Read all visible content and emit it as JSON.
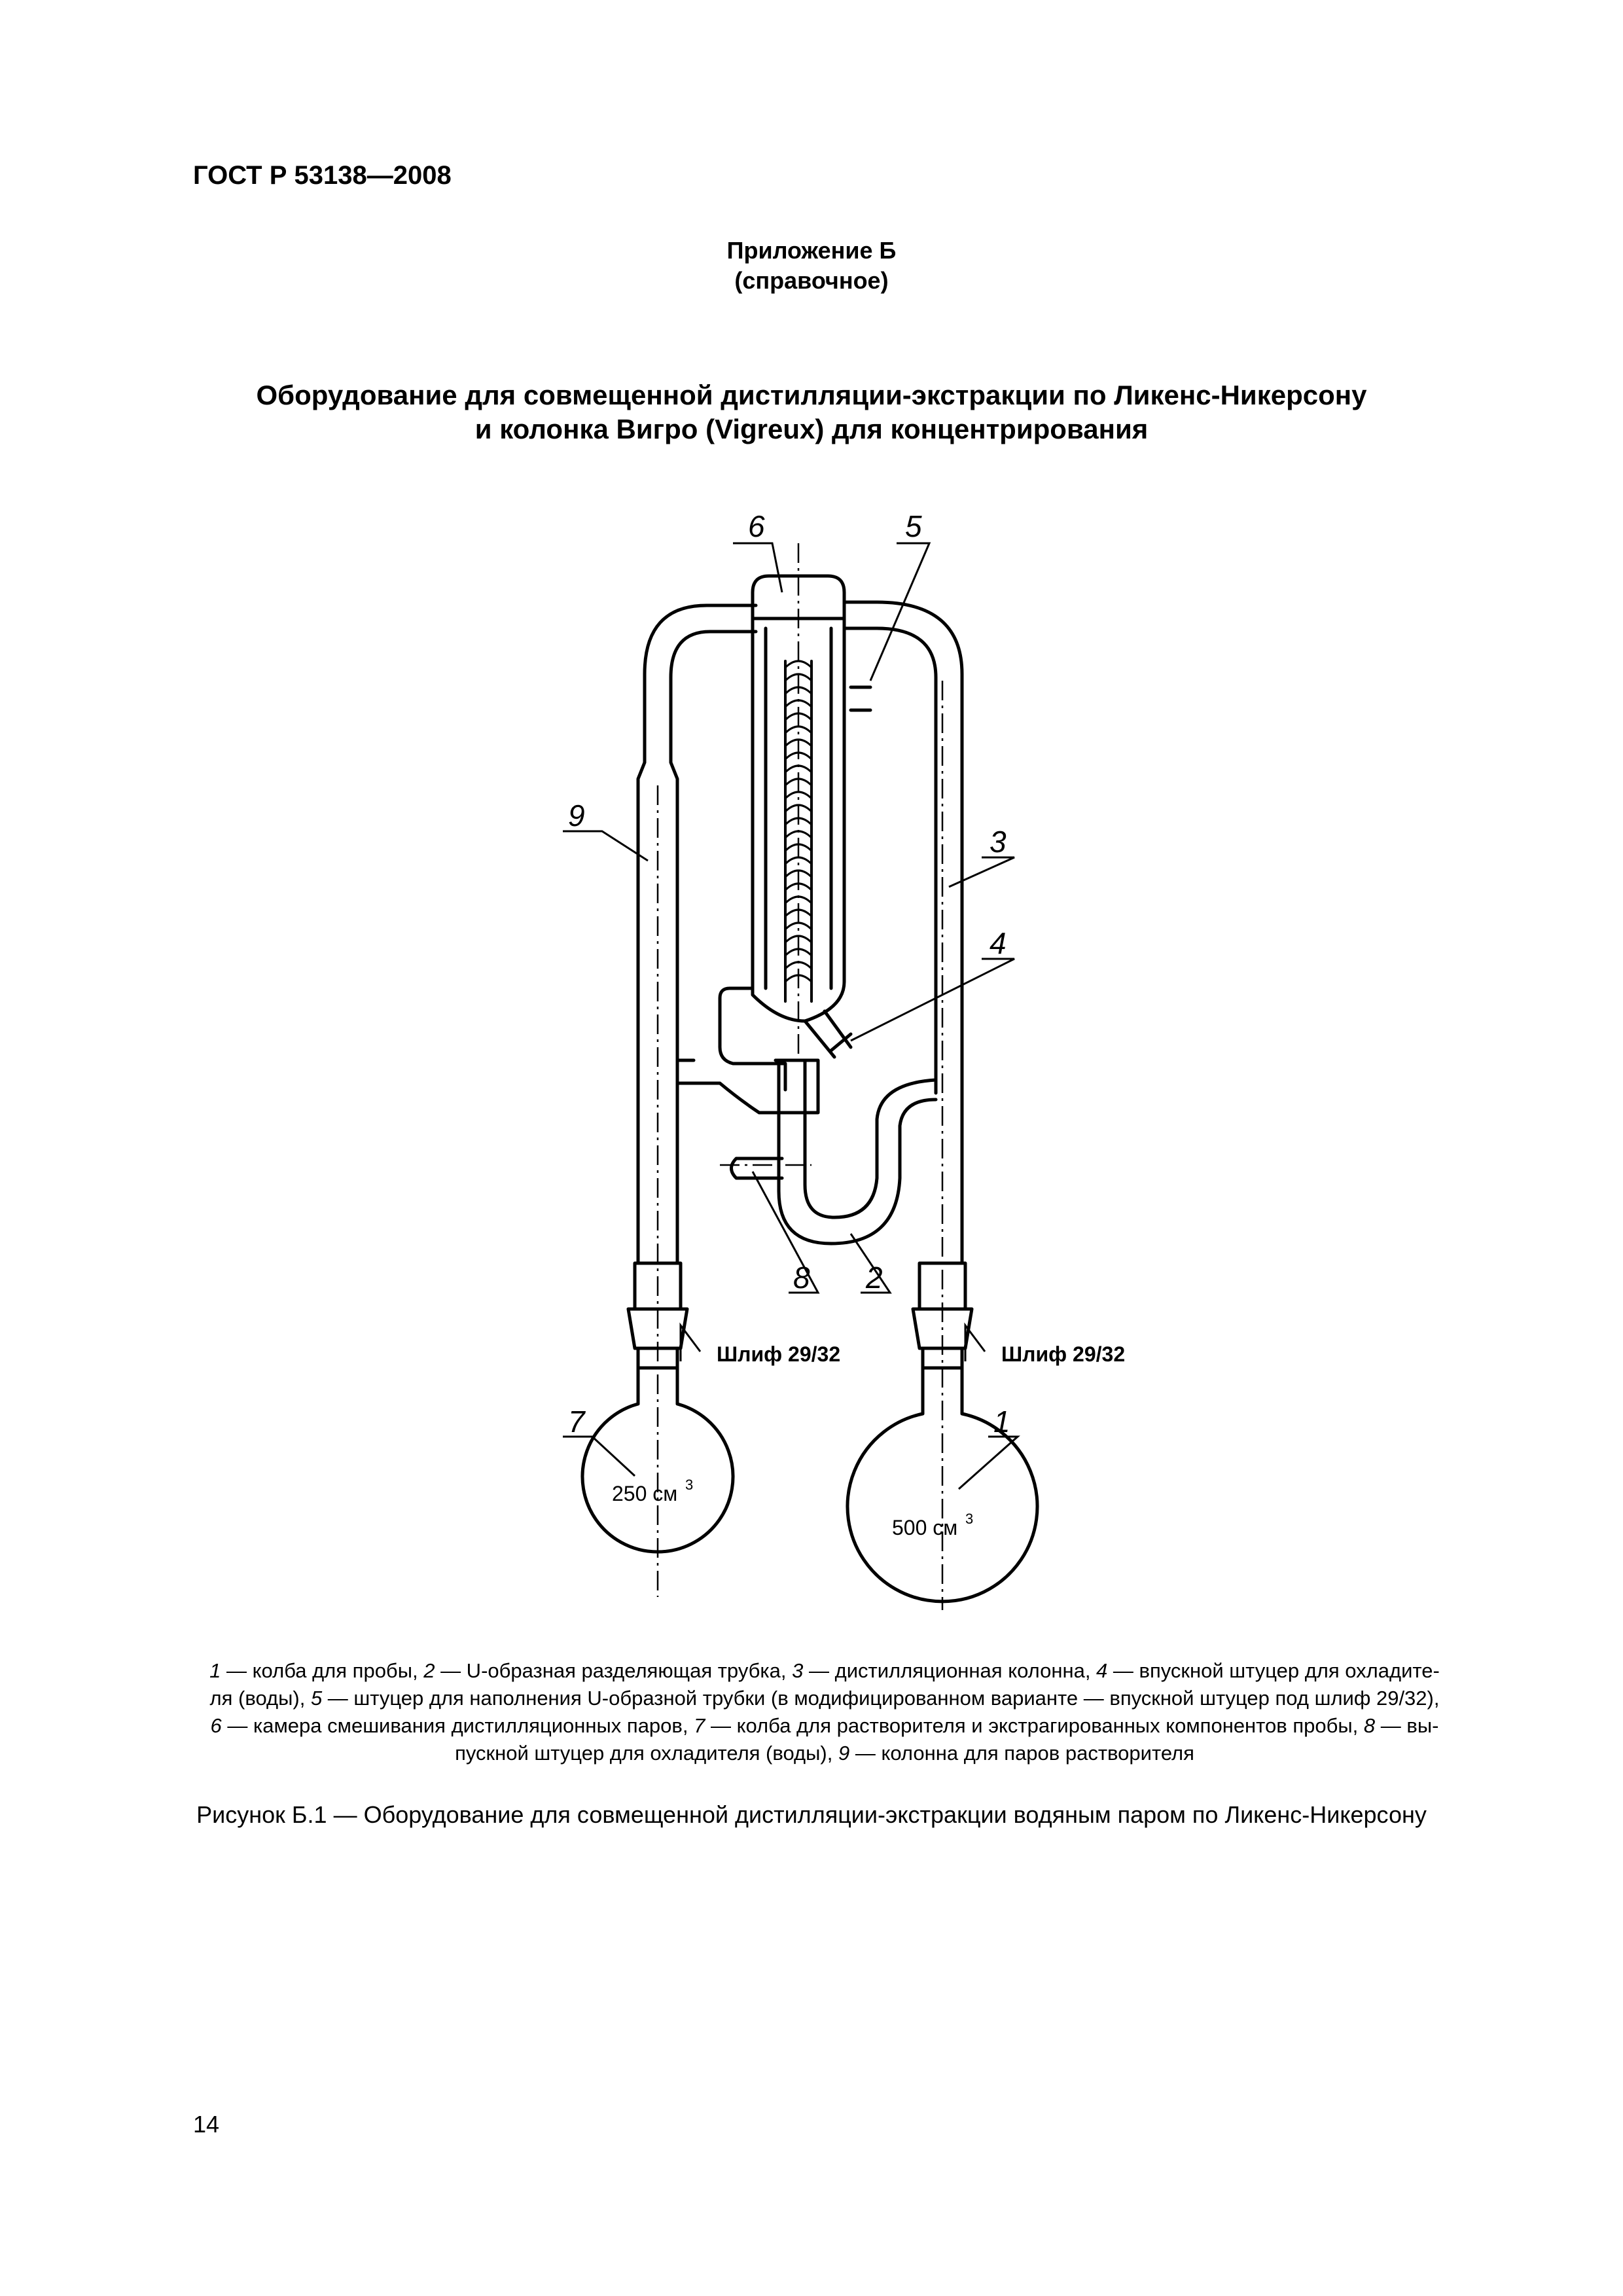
{
  "header": {
    "doc_code": "ГОСТ Р 53138—2008",
    "annex_title": "Приложение Б",
    "annex_type": "(справочное)",
    "title_line1": "Оборудование для совмещенной дистилляции-экстракции по Ликенс-Никерсону",
    "title_line2": "и колонка Вигро (Vigreux) для концентрирования"
  },
  "figure": {
    "callouts": [
      "1",
      "2",
      "3",
      "4",
      "5",
      "6",
      "7",
      "8",
      "9"
    ],
    "joint_label_left": "Шлиф 29/32",
    "joint_label_right": "Шлиф 29/32",
    "flask_left_volume": "250 см",
    "flask_left_unit_sup": "3",
    "flask_right_volume": "500 см",
    "flask_right_unit_sup": "3"
  },
  "legend": {
    "line1": [
      {
        "n": "1",
        "t": " — колба для пробы, "
      },
      {
        "n": "2",
        "t": " — U-образная разделяющая трубка, "
      },
      {
        "n": "3",
        "t": " — дистилляционная колонна, "
      },
      {
        "n": "4",
        "t": " — впускной штуцер для охладите-"
      }
    ],
    "line2": [
      {
        "n": "",
        "t": "ля (воды), "
      },
      {
        "n": "5",
        "t": " — штуцер для наполнения U-образной трубки (в модифицированном варианте — впускной штуцер под шлиф 29/32),"
      }
    ],
    "line3": [
      {
        "n": "6",
        "t": " — камера смешивания дистилляционных паров, "
      },
      {
        "n": "7",
        "t": " — колба для растворителя и экстрагированных компонентов пробы, "
      },
      {
        "n": "8",
        "t": " — вы-"
      }
    ],
    "line4": [
      {
        "n": "",
        "t": "пускной штуцер для охладителя (воды), "
      },
      {
        "n": "9",
        "t": " — колонна для паров растворителя"
      }
    ]
  },
  "caption": "Рисунок Б.1 — Оборудование для совмещенной дистилляции-экстракции водяным паром по Ликенс-Никерсону",
  "page_number": "14"
}
